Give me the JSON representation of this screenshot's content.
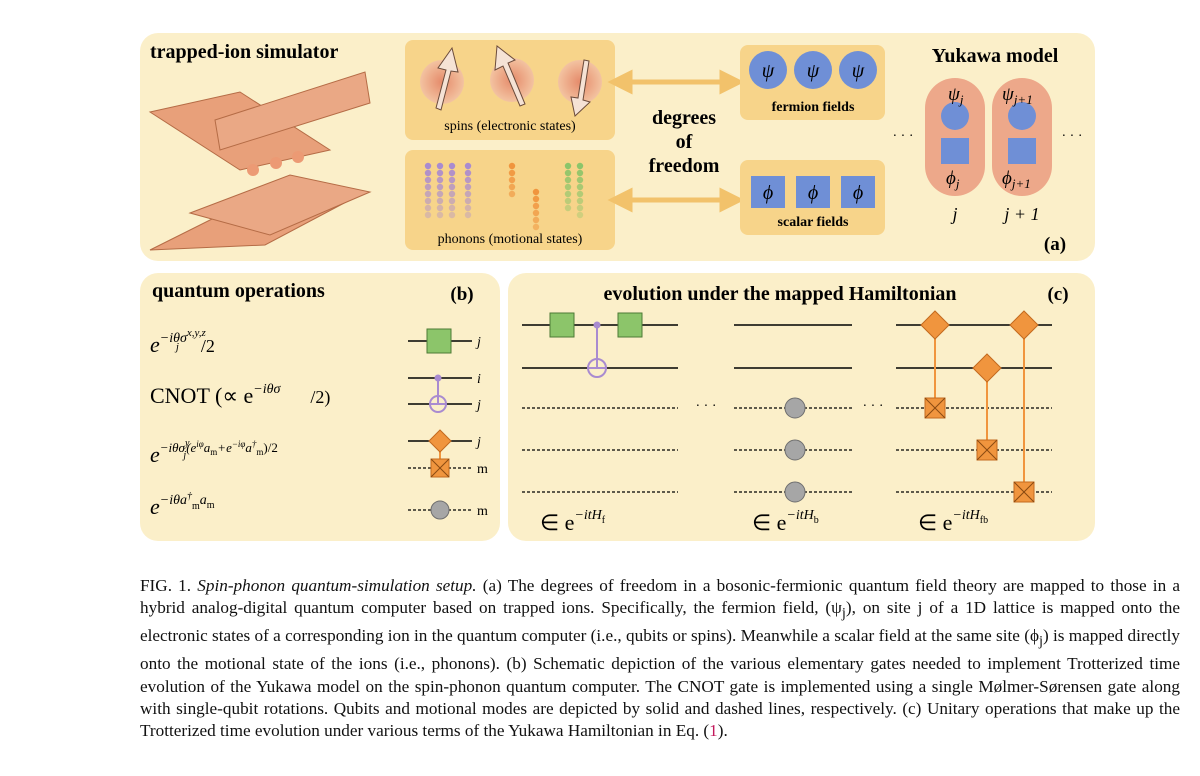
{
  "panel_a": {
    "title": "trapped-ion simulator",
    "spins_label": "spins (electronic states)",
    "phonons_label": "phonons (motional states)",
    "dof_line1": "degrees",
    "dof_line2": "of",
    "dof_line3": "freedom",
    "fermion_label": "fermion fields",
    "scalar_label": "scalar fields",
    "fermion_symbol": "ψ",
    "scalar_symbol": "ϕ",
    "yukawa_title": "Yukawa model",
    "psi_j": "ψ",
    "psi_j_sub": "j",
    "psi_j1_sub": "j+1",
    "phi_j_sub": "j",
    "phi_j1_sub": "j+1",
    "site_j": "j",
    "site_j1": "j + 1",
    "ellipsis": "· · ·",
    "panel_tag": "(a)"
  },
  "panel_b": {
    "title": "quantum operations",
    "panel_tag": "(b)",
    "op1": "e",
    "op1_exp": "−iθσ",
    "op1_sup": "x,y,z",
    "op1_sub": "j",
    "op1_tail": "/2",
    "op2_text": "CNOT (∝ e",
    "op2_exp": "−iθσ",
    "op2_tail": "/2)",
    "op3": "e",
    "op4": "e",
    "label_j": "j",
    "label_i": "i",
    "label_m": "m"
  },
  "panel_c": {
    "title": "evolution under the mapped Hamiltonian",
    "panel_tag": "(c)",
    "ellipsis": "· · ·",
    "eq_f": "∈ e",
    "eq_f_exp": "−itH",
    "eq_f_sub": "f",
    "eq_b": "∈ e",
    "eq_b_exp": "−itH",
    "eq_b_sub": "b",
    "eq_fb": "∈ e",
    "eq_fb_exp": "−itH",
    "eq_fb_sub": "fb"
  },
  "caption": {
    "fig_label": "FIG. 1.",
    "title": "Spin-phonon quantum-simulation setup.",
    "body_1": " (a) The degrees of freedom in a bosonic-fermionic quantum field theory are mapped to those in a hybrid analog-digital quantum computer based on trapped ions. Specifically, the fermion field, (ψ",
    "body_1_sub": "j",
    "body_2": "), on site j of a 1D lattice is mapped onto the electronic states of a corresponding ion in the quantum computer (i.e., qubits or spins). Meanwhile a scalar field at the same site (ϕ",
    "body_2_sub": "j",
    "body_3": ") is mapped directly onto the motional state of the ions (i.e., phonons). (b) Schematic depiction of the various elementary gates needed to implement Trotterized time evolution of the Yukawa model on the spin-phonon quantum computer. The CNOT gate is implemented using a single Mølmer-Sørensen gate along with single-qubit rotations. Qubits and motional modes are depicted by solid and dashed lines, respectively. (c) Unitary operations that make up the Trotterized time evolution under various terms of the Yukawa Hamiltonian in Eq. (",
    "ref": "1",
    "body_4": ")."
  },
  "colors": {
    "panel_bg": "#fbefc9",
    "inner_box": "#f7d48a",
    "electrode": "#e8a07a",
    "electrode_edge": "#b56c46",
    "fermion_blue": "#6f8fd6",
    "gate_green": "#8cc56a",
    "gate_orange": "#f0953e",
    "cnot_purple": "#a98bd0",
    "phonon_gray": "#a6a6a6",
    "arrow_yellow": "#f2c26b",
    "site_pill": "#eda88a"
  }
}
